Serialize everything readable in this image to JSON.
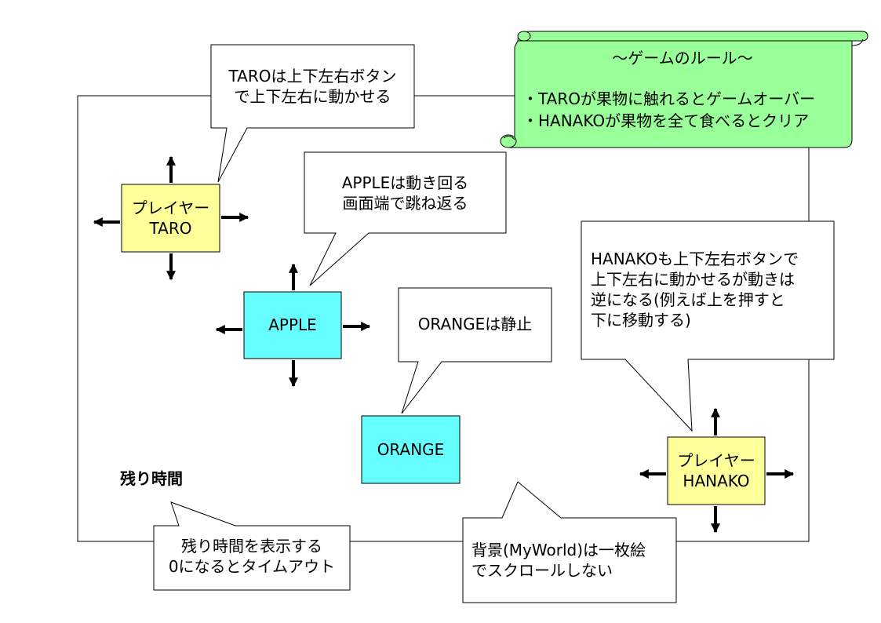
{
  "rules": {
    "title": "～ゲームのルール～",
    "line1": "・TAROが果物に触れるとゲームオーバー",
    "line2": "・HANAKOが果物を全て食べるとクリア"
  },
  "taro": {
    "label": "プレイヤー\nTARO"
  },
  "hanako": {
    "label": "プレイヤー\nHANAKO"
  },
  "apple": {
    "label": "APPLE"
  },
  "orange": {
    "label": "ORANGE"
  },
  "timer_label": "残り時間",
  "callouts": {
    "taro": "TAROは上下左右ボタン\nで上下左右に動かせる",
    "apple": "APPLEは動き回る\n画面端で跳ね返る",
    "orange": "ORANGEは静止",
    "hanako": "HANAKOも上下左右ボタンで\n上下左右に動かせるが動きは\n逆になる(例えば上を押すと\n下に移動する)",
    "timer": "残り時間を表示する\n0になるとタイムアウト",
    "background": "背景(MyWorld)は一枚絵\nでスクロールしない"
  },
  "colors": {
    "player": "#ffff99",
    "fruit": "#66ffff",
    "scroll": "#99ff99"
  }
}
